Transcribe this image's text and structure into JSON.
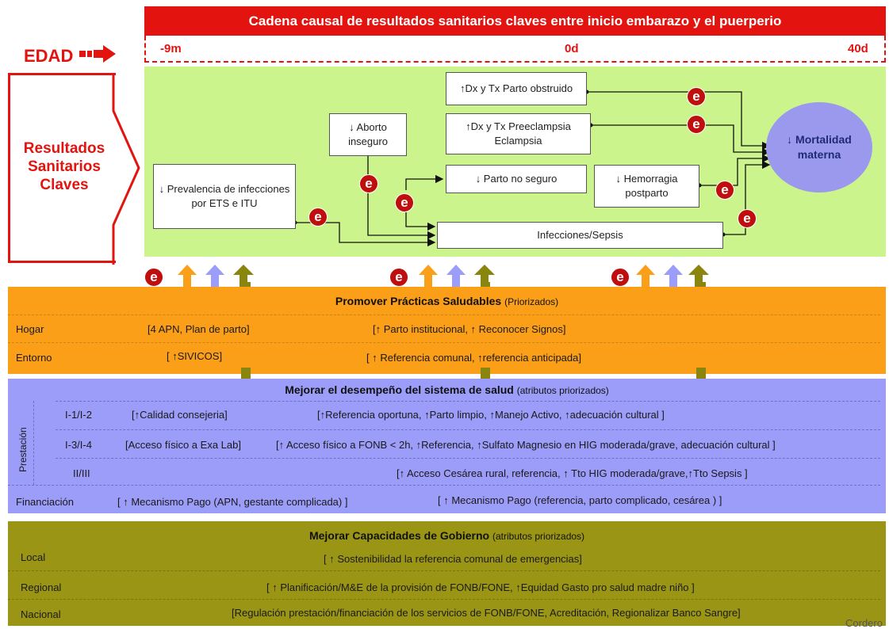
{
  "header": {
    "title": "Cadena causal de resultados sanitarios claves entre inicio embarazo y el puerperio",
    "ticks": [
      "-9m",
      "0d",
      "40d"
    ]
  },
  "edad_label": "EDAD",
  "resultados_label": "Resultados Sanitarios Claves",
  "nodes": {
    "infecciones_ets": "↓ Prevalencia de infecciones por ETS e ITU",
    "aborto": "↓ Aborto inseguro",
    "parto_obstruido": "↑Dx y Tx Parto obstruido",
    "preeclampsia": "↑Dx y Tx Preeclampsia Eclampsia",
    "parto_no_seguro": "↓ Parto no seguro",
    "hemorragia": "↓ Hemorragia postparto",
    "sepsis": "Infecciones/Sepsis",
    "mortalidad": "↓ Mortalidad materna"
  },
  "badge_letter": "e",
  "colors": {
    "red": "#e3140f",
    "green_area": "#ccf48c",
    "orange": "#fb9f18",
    "blue": "#9c9cf9",
    "olive": "#9a9514",
    "mortalidad_circle": "#9a99ee"
  },
  "practicas": {
    "title": "Promover Prácticas Saludables",
    "subtitle": "(Priorizados)",
    "rows": [
      {
        "label": "Hogar",
        "col1": "[4 APN, Plan de parto]",
        "col2": "[↑ Parto institucional, ↑ Reconocer Signos]"
      },
      {
        "label": "Entorno",
        "col1": "[ ↑SIVICOS]",
        "col2": "[ ↑ Referencia comunal, ↑referencia anticipada]"
      }
    ]
  },
  "sistema": {
    "title": "Mejorar el desempeño del sistema de salud",
    "subtitle": "(atributos priorizados)",
    "prestacion_label": "Prestación",
    "rows": [
      {
        "label": "I-1/I-2",
        "col1": "[↑Calidad consejeria]",
        "col2": "[↑Referencia oportuna, ↑Parto limpio, ↑Manejo Activo, ↑adecuación cultural ]"
      },
      {
        "label": "I-3/I-4",
        "col1": "[Acceso físico a  Exa Lab]",
        "col2": "[↑ Acceso físico a FONB < 2h, ↑Referencia, ↑Sulfato Magnesio en HIG moderada/grave, adecuación cultural ]"
      },
      {
        "label": "II/III",
        "col1": "",
        "col2": "[↑ Acceso Cesárea rural, referencia, ↑ Tto HIG moderada/grave,↑Tto Sepsis ]"
      }
    ],
    "financiacion": {
      "label": "Financiación",
      "col1": "[ ↑ Mecanismo Pago (APN, gestante complicada) ]",
      "col2": "[ ↑ Mecanismo Pago (referencia, parto complicado, cesárea  ) ]"
    }
  },
  "gobierno": {
    "title": "Mejorar Capacidades de Gobierno",
    "subtitle": "(atributos priorizados)",
    "rows": [
      {
        "label": "Local",
        "text": "[ ↑ Sostenibilidad la referencia comunal de emergencias]"
      },
      {
        "label": "Regional",
        "text": "[ ↑ Planificación/M&E de la provisión de FONB/FONE, ↑Equidad Gasto pro salud madre niño ]"
      },
      {
        "label": "Nacional",
        "text": "[Regulación prestación/financiación de los servicios de FONB/FONE, Acreditación, Regionalizar Banco Sangre]"
      }
    ]
  },
  "author": "Cordero"
}
